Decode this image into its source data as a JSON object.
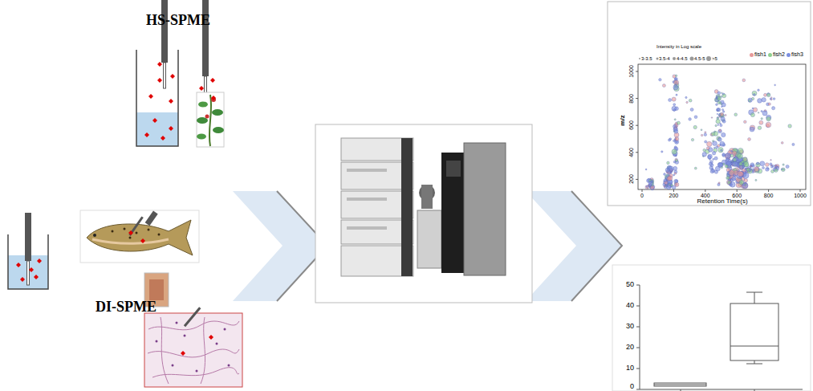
{
  "diagram": {
    "labels": [
      "HS-SPME",
      "DI-SPME",
      "Intensity in Log scale",
      "3-3.5",
      "3.5-4",
      "4-4.5",
      "4.5-5",
      ">5",
      "m/z",
      "Retention Time(s)",
      "200",
      "400",
      "600",
      "800",
      "1000",
      "0",
      "200",
      "400",
      "600",
      "800",
      "1000",
      "0",
      "10",
      "20",
      "30",
      "40",
      "50"
    ],
    "legend": [
      {
        "text": "fish1",
        "color": "#e79a9a"
      },
      {
        "text": "fish2",
        "color": "#8fd08f"
      },
      {
        "text": "fish3",
        "color": "#7d8fe0"
      }
    ]
  }
}
